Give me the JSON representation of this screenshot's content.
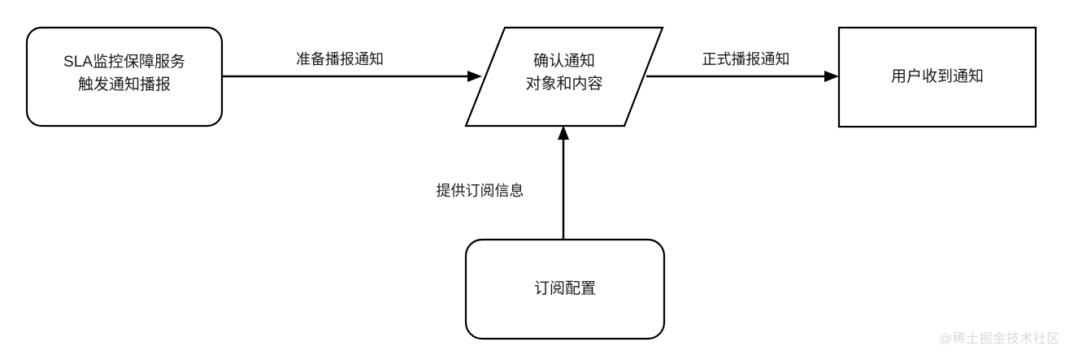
{
  "diagram": {
    "type": "flowchart",
    "background_color": "#ffffff",
    "stroke_color": "#000000",
    "text_color": "#1a1a1a",
    "nodes": [
      {
        "id": "sla-trigger",
        "shape": "rounded-rectangle",
        "line1": "SLA监控保障服务",
        "line2": "触发通知播报"
      },
      {
        "id": "confirm-target",
        "shape": "parallelogram",
        "line1": "确认通知",
        "line2": "对象和内容"
      },
      {
        "id": "user-receives",
        "shape": "rectangle",
        "line1": "用户收到通知"
      },
      {
        "id": "subscription-config",
        "shape": "rounded-rectangle",
        "line1": "订阅配置"
      }
    ],
    "edges": [
      {
        "id": "edge-prepare",
        "from": "sla-trigger",
        "to": "confirm-target",
        "label": "准备播报通知",
        "direction": "right"
      },
      {
        "id": "edge-formal",
        "from": "confirm-target",
        "to": "user-receives",
        "label": "正式播报通知",
        "direction": "right"
      },
      {
        "id": "edge-provide",
        "from": "subscription-config",
        "to": "confirm-target",
        "label": "提供订阅信息",
        "direction": "up"
      }
    ]
  },
  "watermark": {
    "text": "@稀土掘金技术社区",
    "color": "#d9d9d9"
  }
}
